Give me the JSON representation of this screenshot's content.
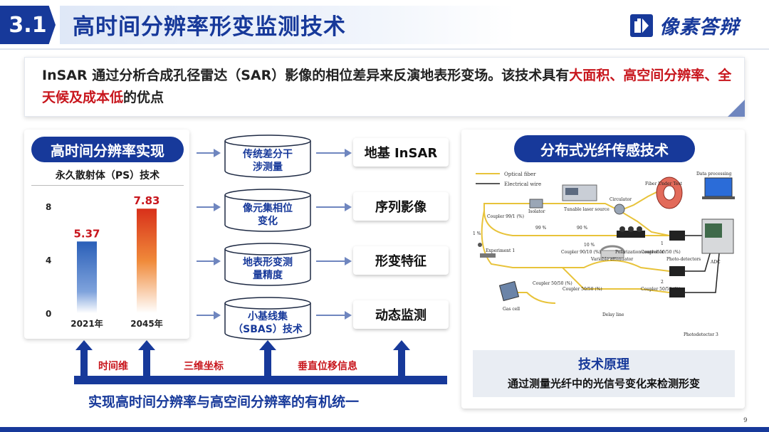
{
  "header": {
    "section_number": "3.1",
    "title": "高时间分辨率形变监测技术",
    "logo_text": "像素答辩"
  },
  "intro": {
    "part1": "InSAR 通过分析合成孔径雷达（SAR）影像的相位差异来反演地表形变场。该技术具有",
    "highlight1": "大面积、高空间分辨率、全天候及成本低",
    "part2": "的优点"
  },
  "left_panel": {
    "title": "高时间分辨率实现",
    "chart_subtitle": "永久散射体（PS）技术"
  },
  "chart_data": {
    "type": "bar",
    "title": "",
    "categories": [
      "2021年",
      "2045年"
    ],
    "values": [
      5.37,
      7.83
    ],
    "data_labels": [
      "5.37",
      "7.83"
    ],
    "yticks": [
      "0",
      "4",
      "8"
    ],
    "ylim": [
      0,
      8
    ],
    "grid": false,
    "colors": [
      "#2a5fb8",
      "#e0401c"
    ]
  },
  "flow": {
    "methods": [
      {
        "line1": "传统差分干",
        "line2": "涉测量"
      },
      {
        "line1": "像元集相位",
        "line2": "变化"
      },
      {
        "line1": "地表形变测",
        "line2": "量精度"
      },
      {
        "line1": "小基线集",
        "line2": "（SBAS）技术"
      }
    ],
    "results": [
      "地基 InSAR",
      "序列影像",
      "形变特征",
      "动态监测"
    ],
    "bottom_labels": [
      "时间维",
      "三维坐标",
      "垂直位移信息"
    ],
    "conclusion": "实现高时间分辨率与高空间分辨率的有机统一"
  },
  "right_panel": {
    "title": "分布式光纤传感技术",
    "diagram": {
      "legend_fiber": "Optical fiber",
      "legend_wire": "Electrical wire",
      "labels": {
        "fiber_under_test": "Fiber Under Test",
        "data_processing": "Data processing",
        "isolator": "Isolator",
        "tunable_laser": "Tunable laser source",
        "circulator": "Circulator",
        "coupler_99": "Coupler 99/1 (%)",
        "pct_99": "99 %",
        "pct_90": "90 %",
        "pct_10": "10 %",
        "pct_1": "1 %",
        "coupler_9010": "Coupler 90/10 (%)",
        "variable_attenuator": "Variable attenuator",
        "polarization": "Polarization controller",
        "coupler_5050_a": "Coupler 50/50 (%)",
        "experiment": "Experiment 1",
        "coupler_5050_b": "Coupler 50/50 (%)",
        "coupler_5050_c": "Coupler 50/50 (%)",
        "coupler_5050_d": "Coupler 50/50 (%)",
        "photodetectors": "Photo-detectors",
        "adc": "ADC",
        "gas_cell": "Gas cell",
        "delay_line": "Delay line",
        "photodetector3": "Photodetector 3",
        "num1": "1",
        "num2": "2"
      }
    },
    "principle_title": "技术原理",
    "principle_text": "通过测量光纤中的光信号变化来检测形变"
  },
  "footer": {
    "page_number": "9"
  }
}
